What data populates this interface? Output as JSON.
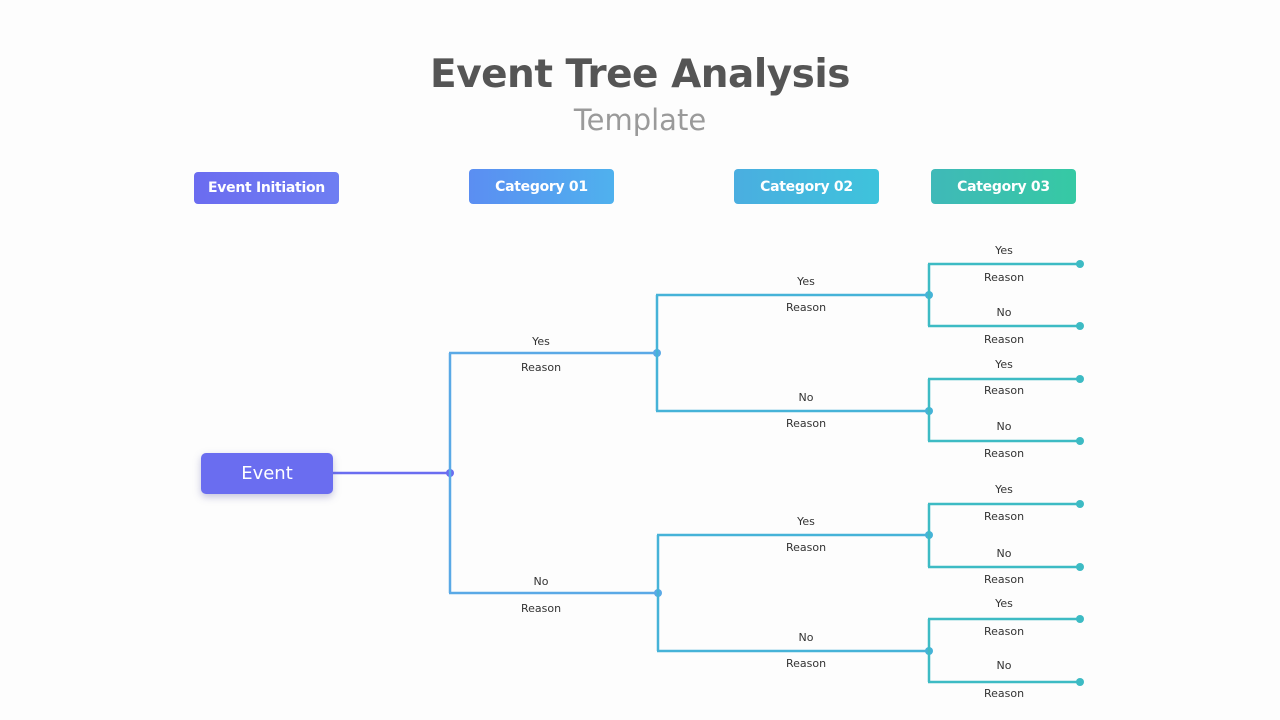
{
  "title": "Event Tree Analysis",
  "subtitle": "Template",
  "headers": [
    {
      "label": "Event Initiation",
      "color_from": "#6b6cf0",
      "color_to": "#6e7ef2"
    },
    {
      "label": "Category 01",
      "color_from": "#5b8ef2",
      "color_to": "#4fb1ee"
    },
    {
      "label": "Category 02",
      "color_from": "#4aaee0",
      "color_to": "#3ec3dc"
    },
    {
      "label": "Category 03",
      "color_from": "#3fb9b8",
      "color_to": "#36c9a4"
    }
  ],
  "event_label": "Event",
  "colors": {
    "event": "#6a6df0",
    "cat1_line": "#5aa9e6",
    "cat2_line": "#46b3d8",
    "cat3_line": "#3dbbc4"
  },
  "level1": [
    {
      "answer": "Yes",
      "reason": "Reason"
    },
    {
      "answer": "No",
      "reason": "Reason"
    }
  ],
  "level2": [
    {
      "answer": "Yes",
      "reason": "Reason"
    },
    {
      "answer": "No",
      "reason": "Reason"
    },
    {
      "answer": "Yes",
      "reason": "Reason"
    },
    {
      "answer": "No",
      "reason": "Reason"
    }
  ],
  "level3": [
    {
      "answer": "Yes",
      "reason": "Reason"
    },
    {
      "answer": "No",
      "reason": "Reason"
    },
    {
      "answer": "Yes",
      "reason": "Reason"
    },
    {
      "answer": "No",
      "reason": "Reason"
    },
    {
      "answer": "Yes",
      "reason": "Reason"
    },
    {
      "answer": "No",
      "reason": "Reason"
    },
    {
      "answer": "Yes",
      "reason": "Reason"
    },
    {
      "answer": "No",
      "reason": "Reason"
    }
  ]
}
